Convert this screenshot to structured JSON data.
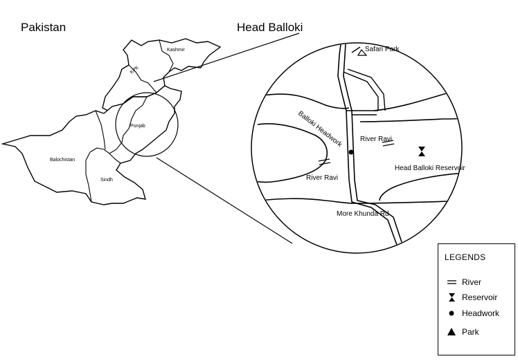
{
  "titles": {
    "left": "Pakistan",
    "right": "Head Balloki"
  },
  "provinces": {
    "kashmir": "Kashmir",
    "kpk": "KPK",
    "punjab": "Punjab",
    "balochistan": "Balochistan",
    "sindh": "Sindh"
  },
  "inset_labels": {
    "safari_park": "Safari Park",
    "balloki_headwork": "Balloki Headwork",
    "river_ravi_top": "River Ravi",
    "river_ravi_left": "River Ravi",
    "reservoir": "Head Balloki Reservoir",
    "road": "More Khunda Rd"
  },
  "legend": {
    "title": "LEGENDS",
    "items": [
      {
        "label": "River",
        "icon": "double-line-river-icon"
      },
      {
        "label": "Reservoir",
        "icon": "hourglass-reservoir-icon"
      },
      {
        "label": "Headwork",
        "icon": "filled-dot-headwork-icon"
      },
      {
        "label": "Park",
        "icon": "filled-triangle-park-icon"
      }
    ]
  }
}
